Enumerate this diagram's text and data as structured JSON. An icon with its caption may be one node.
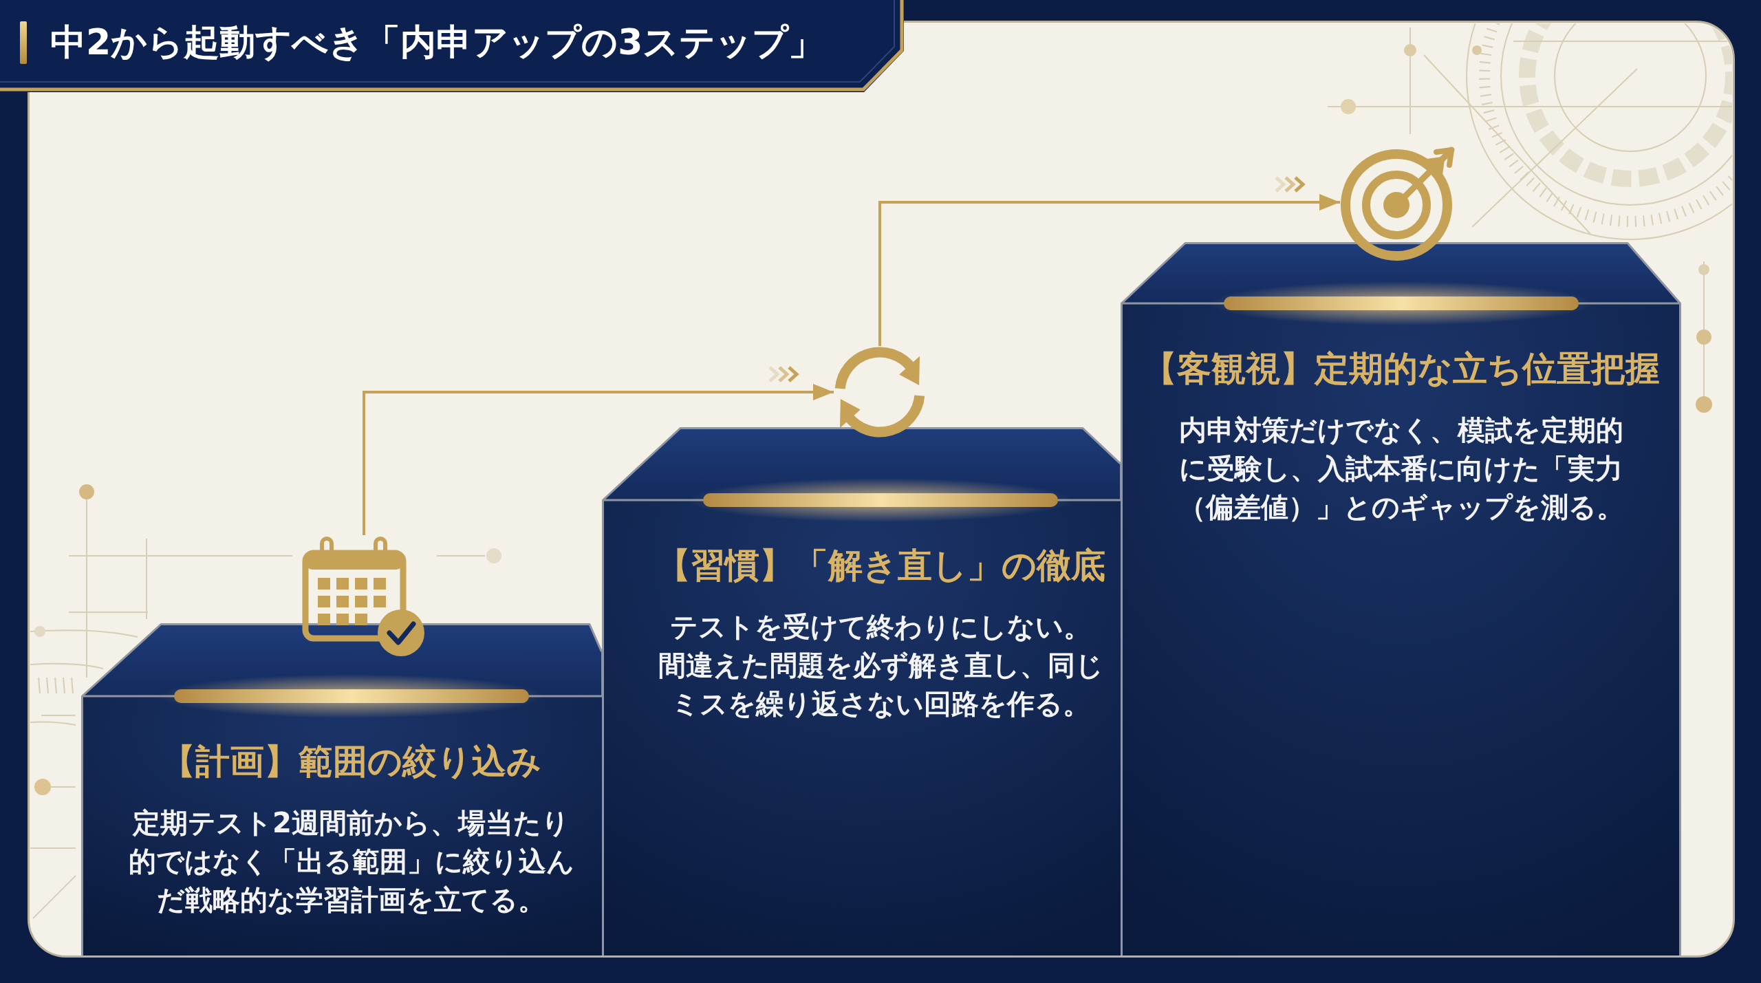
{
  "diagram": {
    "title": "中2から起動すべき「内申アップの3ステップ」",
    "nodes": [
      {
        "text": [
          "【計画】範囲の絞り込み",
          "定期テスト2週間前から、場当たり的ではなく「出る範囲」に絞り込んだ戦略的な学習計画を立てる。"
        ]
      },
      {
        "text": [
          "【習慣】「解き直し」の徹底",
          "テストを受けて終わりにしない。間違えた問題を必ず解き直し、同じミスを繰り返さない回路を作る。"
        ]
      },
      {
        "text": [
          "【客観視】定期的な立ち位置把握",
          "内申対策だけでなく、模試を定期的に受験し、入試本番に向けた「実力（偏差値）」とのギャップを測る。"
        ]
      },
      {
        "text": [],
        "shape": "picture"
      },
      {
        "text": [],
        "shape": "picture"
      },
      {
        "text": [],
        "shape": "picture"
      }
    ],
    "edges": [
      {
        "from": 3,
        "to": 4,
        "arrow": "to"
      },
      {
        "from": 4,
        "to": 5,
        "arrow": "to"
      }
    ]
  }
}
